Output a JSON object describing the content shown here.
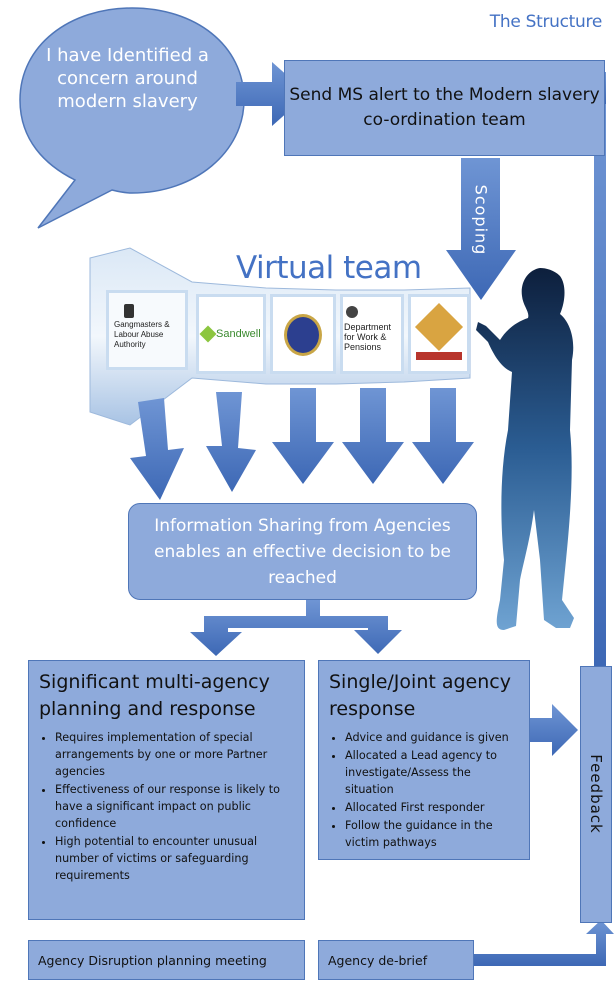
{
  "header": {
    "title": "The Structure"
  },
  "bubble": {
    "text": "I have Identified a concern around modern slavery"
  },
  "alert_box": {
    "text": "Send MS alert to the Modern slavery  co-ordination team"
  },
  "scoping": {
    "label": "Scoping"
  },
  "virtual_team": {
    "title": "Virtual team",
    "logos": [
      {
        "label": "Gangmasters & Labour Abuse Authority",
        "icon": "crown-crest-icon"
      },
      {
        "label": "Sandwell",
        "icon": "sandwell-logo-icon"
      },
      {
        "label": "",
        "icon": "police-badge-icon"
      },
      {
        "label": "Department for Work & Pensions",
        "icon": "royal-crest-icon"
      },
      {
        "label": "",
        "icon": "fire-service-badge-icon"
      }
    ]
  },
  "info_box": {
    "text": "Information Sharing from Agencies enables an effective decision to be reached"
  },
  "left_panel": {
    "title": "Significant multi-agency planning and response",
    "bullets": [
      "Requires implementation of special arrangements by one or more Partner agencies",
      "Effectiveness of our response is likely to have a significant impact on public confidence",
      "High potential to encounter unusual number of victims or safeguarding requirements"
    ]
  },
  "right_panel": {
    "title": "Single/Joint agency response",
    "bullets": [
      "Advice and guidance is given",
      "Allocated a Lead agency to investigate/Assess the situation",
      "Allocated First responder",
      "Follow the guidance in the victim pathways"
    ]
  },
  "bottom_left": {
    "text": "Agency Disruption planning meeting"
  },
  "bottom_right": {
    "text": "Agency de-brief"
  },
  "feedback": {
    "label": "Feedback"
  },
  "colors": {
    "box_fill": "#8eaadb",
    "box_border": "#4f76b8",
    "arrow": "#4472c4",
    "accent_text": "#4472c4"
  }
}
